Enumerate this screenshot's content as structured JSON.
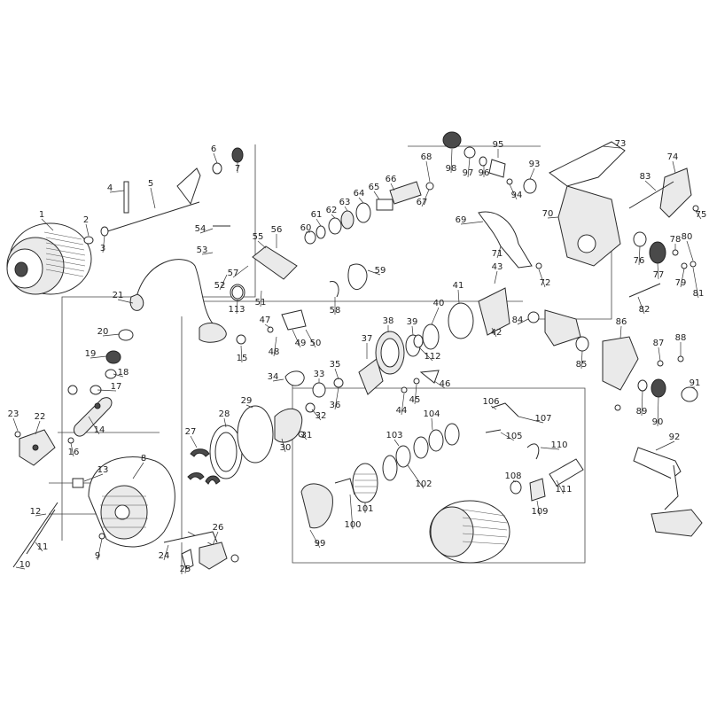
{
  "diagram": {
    "part_numbers": [
      "1",
      "2",
      "3",
      "4",
      "5",
      "6",
      "7",
      "8",
      "9",
      "10",
      "11",
      "12",
      "13",
      "14",
      "15",
      "16",
      "17",
      "18",
      "19",
      "20",
      "21",
      "22",
      "23",
      "24",
      "25",
      "26",
      "27",
      "28",
      "29",
      "30",
      "31",
      "32",
      "33",
      "34",
      "35",
      "36",
      "37",
      "38",
      "39",
      "40",
      "41",
      "42",
      "43",
      "44",
      "45",
      "46",
      "47",
      "48",
      "49",
      "50",
      "51",
      "52",
      "53",
      "54",
      "55",
      "56",
      "57",
      "58",
      "59",
      "60",
      "61",
      "62",
      "63",
      "64",
      "65",
      "66",
      "67",
      "68",
      "69",
      "70",
      "71",
      "72",
      "73",
      "74",
      "75",
      "76",
      "77",
      "78",
      "79",
      "80",
      "81",
      "82",
      "83",
      "84",
      "85",
      "86",
      "87",
      "88",
      "89",
      "90",
      "91",
      "92",
      "93",
      "94",
      "95",
      "96",
      "97",
      "98",
      "99",
      "100",
      "101",
      "102",
      "103",
      "104",
      "105",
      "106",
      "107",
      "108",
      "109",
      "110",
      "111",
      "112",
      "113"
    ]
  }
}
